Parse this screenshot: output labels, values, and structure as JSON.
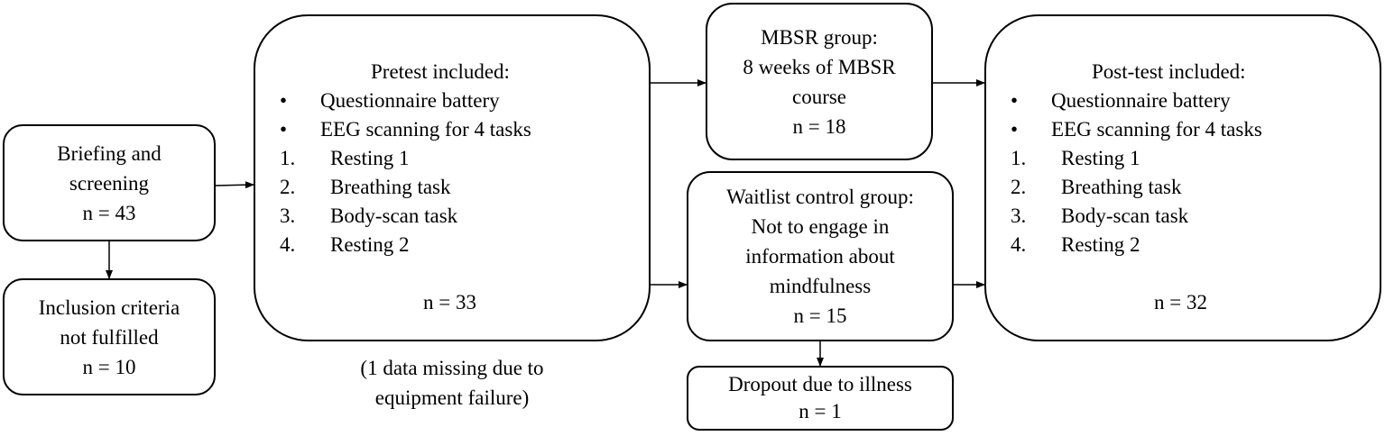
{
  "briefing": {
    "lines": [
      "Briefing and",
      "screening",
      "n = 43"
    ]
  },
  "inclusion": {
    "lines": [
      "Inclusion criteria",
      "not fulfilled",
      "n = 10"
    ]
  },
  "pretest": {
    "title": "Pretest included:",
    "bullets": [
      "Questionnaire battery",
      "EEG scanning for 4 tasks"
    ],
    "bullet_marker": "•",
    "tasks": [
      {
        "num": "1.",
        "label": "Resting 1"
      },
      {
        "num": "2.",
        "label": "Breathing task"
      },
      {
        "num": "3.",
        "label": "Body-scan task"
      },
      {
        "num": "4.",
        "label": "Resting 2"
      }
    ],
    "n": "n = 33",
    "note_lines": [
      "(1 data missing due to",
      "equipment failure)"
    ]
  },
  "mbsr": {
    "lines": [
      "MBSR group:",
      "8 weeks of MBSR",
      "course",
      "n = 18"
    ]
  },
  "waitlist": {
    "lines": [
      "Waitlist control group:",
      "Not to engage in",
      "information about",
      "mindfulness",
      "n = 15"
    ]
  },
  "dropout": {
    "lines": [
      "Dropout due to illness",
      "n = 1"
    ]
  },
  "posttest": {
    "title": "Post-test included:",
    "bullets": [
      "Questionnaire battery",
      "EEG scanning for 4 tasks"
    ],
    "bullet_marker": "•",
    "tasks": [
      {
        "num": "1.",
        "label": "Resting 1"
      },
      {
        "num": "2.",
        "label": "Breathing task"
      },
      {
        "num": "3.",
        "label": "Body-scan task"
      },
      {
        "num": "4.",
        "label": "Resting 2"
      }
    ],
    "n": "n = 32"
  }
}
